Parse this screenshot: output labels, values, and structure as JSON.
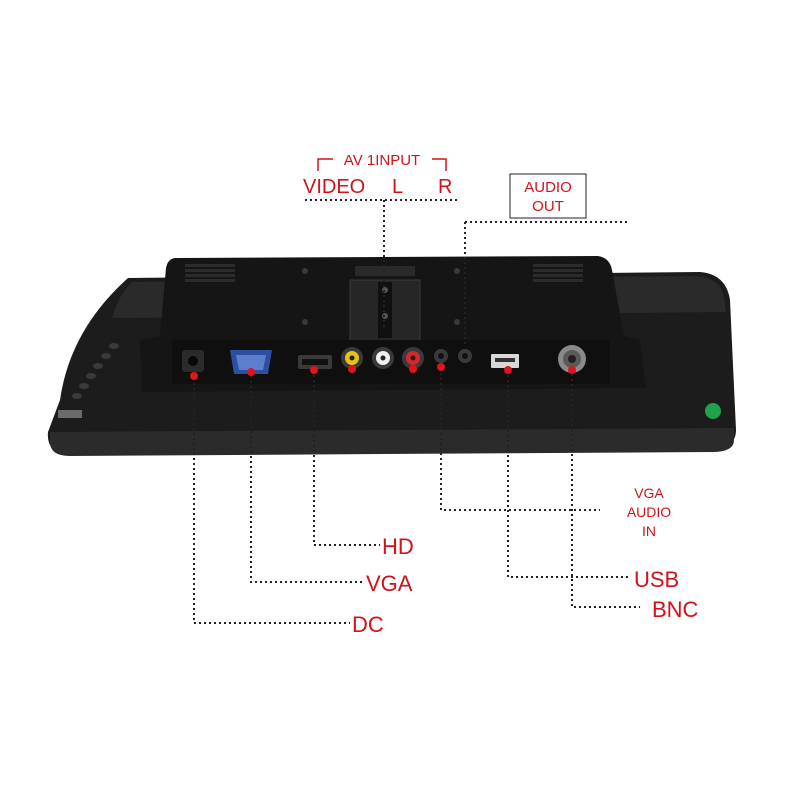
{
  "colors": {
    "label_red": "#d0121b",
    "leader_line": "#222222",
    "device_body": "#1c1c1c",
    "port_marker": "#e0141e",
    "led_green": "#1fa34a"
  },
  "labels": {
    "av_group": "AV 1INPUT",
    "video": "VIDEO",
    "left": "L",
    "right": "R",
    "audio_out_1": "AUDIO",
    "audio_out_2": "OUT",
    "vga_audio_1": "VGA",
    "vga_audio_2": "AUDIO",
    "vga_audio_3": "IN",
    "hd": "HD",
    "vga": "VGA",
    "dc": "DC",
    "usb": "USB",
    "bnc": "BNC"
  }
}
